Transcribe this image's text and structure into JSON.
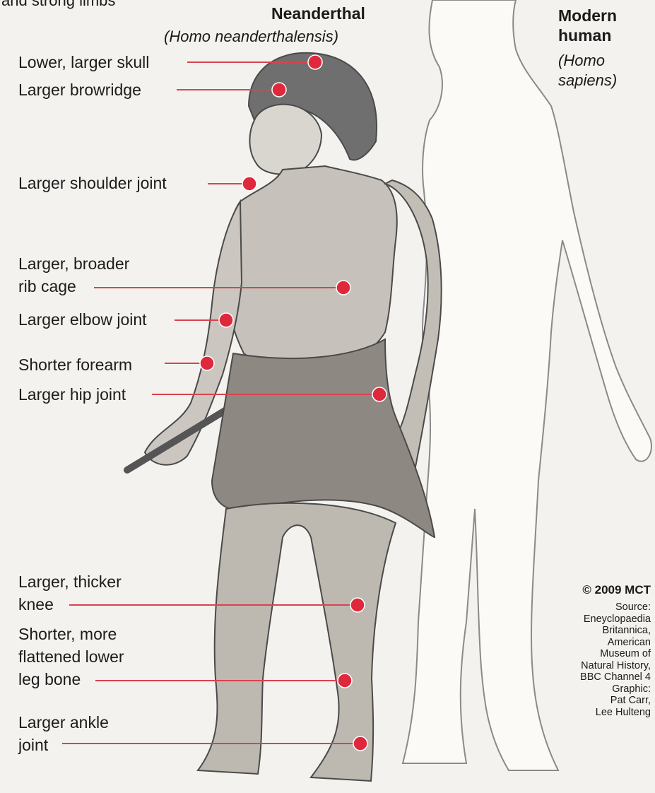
{
  "header": {
    "top_fragment": "and strong limbs",
    "neanderthal_title": "Neanderthal",
    "neanderthal_sci": "(Homo neanderthalensis)",
    "modern_title": "Modern\nhuman",
    "modern_sci": "(Homo\nsapiens)"
  },
  "labels": [
    {
      "id": "skull",
      "text": "Lower, larger skull"
    },
    {
      "id": "browridge",
      "text": "Larger browridge"
    },
    {
      "id": "shoulder",
      "text": "Larger shoulder joint"
    },
    {
      "id": "ribcage",
      "text": "Larger, broader\nrib cage"
    },
    {
      "id": "elbow",
      "text": "Larger elbow joint"
    },
    {
      "id": "forearm",
      "text": "Shorter forearm"
    },
    {
      "id": "hip",
      "text": "Larger hip joint"
    },
    {
      "id": "knee",
      "text": "Larger, thicker\nknee"
    },
    {
      "id": "lowerleg",
      "text": "Shorter, more\nflattened lower\nleg bone"
    },
    {
      "id": "ankle",
      "text": "Larger ankle\njoint"
    }
  ],
  "credits": {
    "copyright": "© 2009 MCT",
    "body": "Source:\nEneyclopaedia\nBritannica,\nAmerican\nMuseum of\nNatural History,\nBBC Channel 4\nGraphic:\nPat Carr,\nLee Hulteng"
  },
  "colors": {
    "marker": "#e0283c",
    "leader": "#d9434f",
    "ink": "#3a3a3a",
    "background": "#f4f2ee"
  }
}
